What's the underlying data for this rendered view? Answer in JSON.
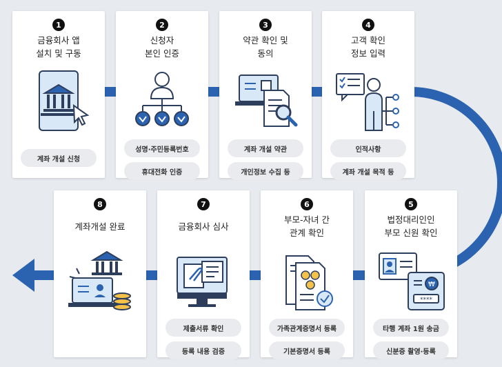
{
  "steps": [
    {
      "num": "1",
      "title": [
        "금융회사 앱",
        "설치 및 구동"
      ],
      "items": [
        "계좌 개설 신청"
      ],
      "icon": "phone-bank-icon"
    },
    {
      "num": "2",
      "title": [
        "신청자",
        "본인 인증"
      ],
      "items": [
        "성명·주민등록번호",
        "휴대전화 인증"
      ],
      "icon": "person-verify-icon"
    },
    {
      "num": "3",
      "title": [
        "약관 확인 및",
        "동의"
      ],
      "items": [
        "계좌 개설 약관",
        "개인정보 수집 등"
      ],
      "icon": "document-search-icon"
    },
    {
      "num": "4",
      "title": [
        "고객 확인",
        "정보 입력"
      ],
      "items": [
        "인적사항",
        "계좌 개설 목적 등"
      ],
      "icon": "person-checklist-icon"
    },
    {
      "num": "5",
      "title": [
        "법정대리인인",
        "부모 신원 확인"
      ],
      "items": [
        "타행 계좌 1원 송금",
        "신분증 촬영·등록"
      ],
      "icon": "id-payment-icon"
    },
    {
      "num": "6",
      "title": [
        "부모-자녀 간",
        "관계 확인"
      ],
      "items": [
        "가족관계증명서 등록",
        "기본증명서 등록"
      ],
      "icon": "family-document-icon"
    },
    {
      "num": "7",
      "title": [
        "금융회사 심사"
      ],
      "items": [
        "제출서류 확인",
        "등록 내용 검증"
      ],
      "icon": "monitor-review-icon"
    },
    {
      "num": "8",
      "title": [
        "계좌개설 완료"
      ],
      "items": [],
      "icon": "bank-complete-icon"
    }
  ],
  "colors": {
    "blue": "#2b63b0",
    "navy": "#2d3e5c",
    "light_blue": "#d9e8f7",
    "gold": "#f4c24a",
    "background": "#e7eaef",
    "pill": "#e9ebef"
  }
}
